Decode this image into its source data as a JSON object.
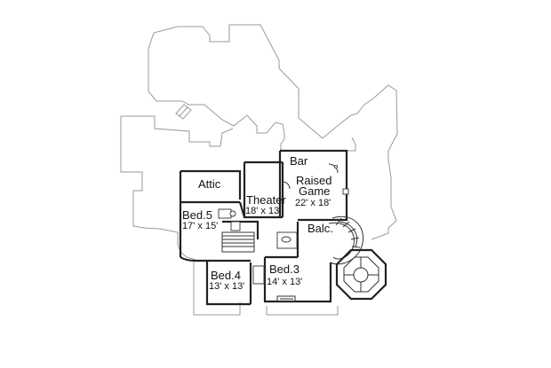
{
  "rooms": {
    "attic": {
      "name": "Attic"
    },
    "theater": {
      "name": "Theater",
      "size": "18' x 13'"
    },
    "bar": {
      "name": "Bar"
    },
    "raised_game": {
      "name_line1": "Raised",
      "name_line2": "Game",
      "size": "22' x 18'"
    },
    "bed5": {
      "name": "Bed.5",
      "size": "17' x 15'"
    },
    "balcony": {
      "name": "Balc."
    },
    "bed4": {
      "name": "Bed.4",
      "size": "13' x 13'"
    },
    "bed3": {
      "name": "Bed.3",
      "size": "14' x 13'"
    }
  },
  "colors": {
    "roof_outline": "#9a9a9a",
    "walls": "#222222",
    "background": "#ffffff"
  }
}
